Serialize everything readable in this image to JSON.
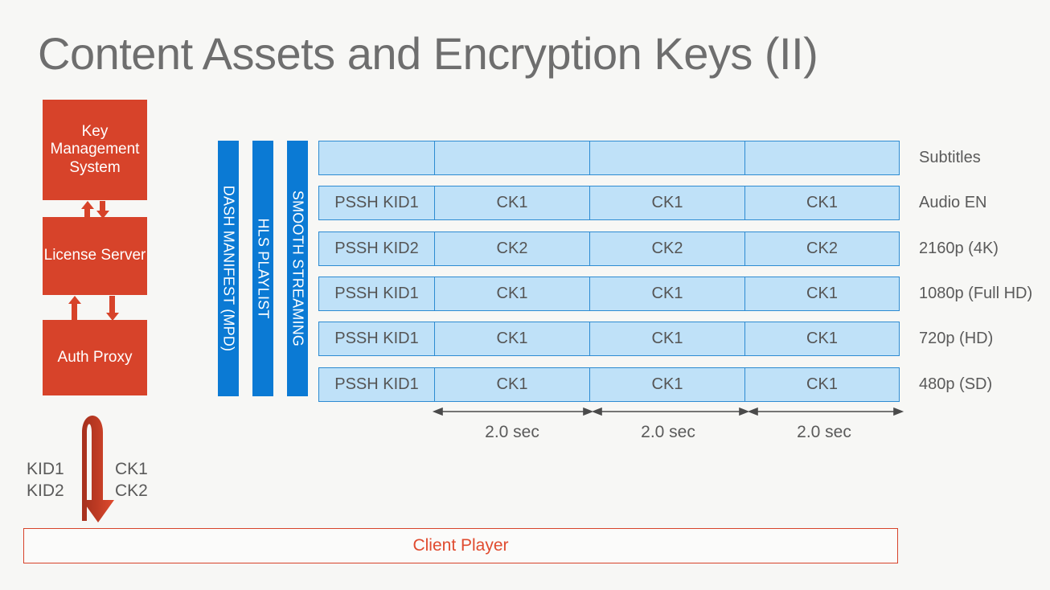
{
  "slide": {
    "title": "Content Assets and Encryption Keys (II)",
    "background_color": "#f7f7f5"
  },
  "colors": {
    "red": "#d7432a",
    "red_text": "#e04b2f",
    "blue_bar": "#0b7ad4",
    "cell_fill": "#bfe1f8",
    "cell_border": "#2d8bd2",
    "text_gray": "#5a5a5a",
    "title_gray": "#6e6e6e"
  },
  "services": {
    "kms": "Key Management System",
    "license_server": "License Server",
    "auth_proxy": "Auth Proxy"
  },
  "key_flow": {
    "kid_labels": [
      "KID1",
      "KID2"
    ],
    "ck_labels": [
      "CK1",
      "CK2"
    ]
  },
  "manifests": [
    {
      "label": "DASH MANIFEST (MPD)"
    },
    {
      "label": "HLS PLAYLIST"
    },
    {
      "label": "SMOOTH STREAMING"
    }
  ],
  "tracks": [
    {
      "label": "Subtitles",
      "cells": [
        "",
        "",
        "",
        ""
      ]
    },
    {
      "label": "Audio EN",
      "cells": [
        "PSSH KID1",
        "CK1",
        "CK1",
        "CK1"
      ]
    },
    {
      "label": "2160p (4K)",
      "cells": [
        "PSSH KID2",
        "CK2",
        "CK2",
        "CK2"
      ]
    },
    {
      "label": "1080p (Full HD)",
      "cells": [
        "PSSH KID1",
        "CK1",
        "CK1",
        "CK1"
      ]
    },
    {
      "label": "720p (HD)",
      "cells": [
        "PSSH KID1",
        "CK1",
        "CK1",
        "CK1"
      ]
    },
    {
      "label": "480p (SD)",
      "cells": [
        "PSSH KID1",
        "CK1",
        "CK1",
        "CK1"
      ]
    }
  ],
  "timeline": {
    "segments": [
      "2.0 sec",
      "2.0 sec",
      "2.0 sec"
    ]
  },
  "client": {
    "label": "Client Player"
  }
}
